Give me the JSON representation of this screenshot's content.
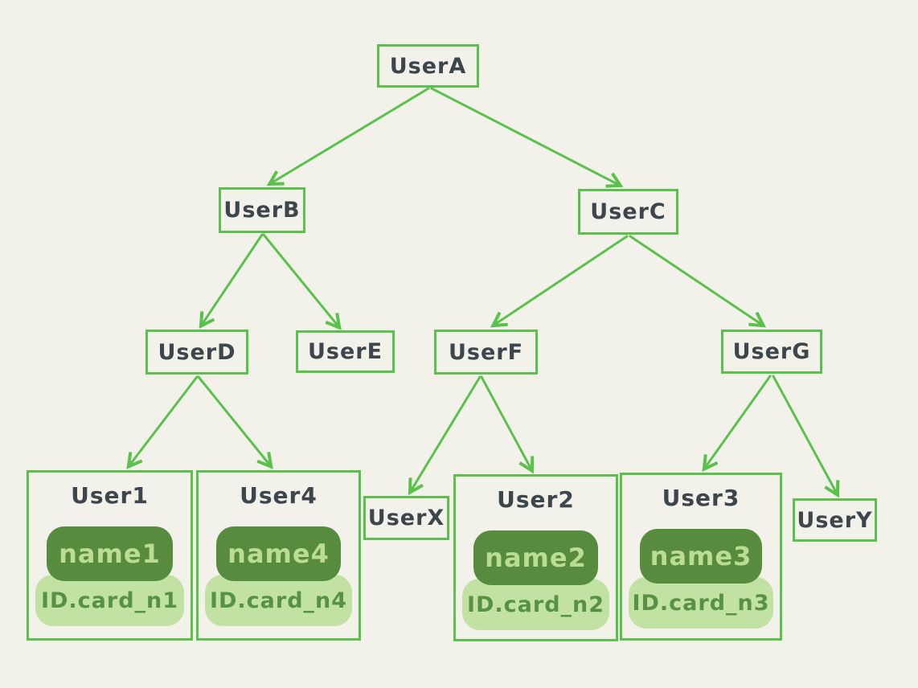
{
  "diagram": {
    "description": "Hand-drawn user hierarchy tree diagram",
    "colors": {
      "background": "#f2f1ea",
      "border_green": "#5bc14d",
      "arrow_green": "#5bc14d",
      "text_dark": "#3d454d",
      "pill_dark_bg": "#578c3e",
      "pill_dark_text": "#badc93",
      "pill_light_bg": "#c2e2a4",
      "pill_light_text": "#579244"
    },
    "nodes": {
      "userA": {
        "label": "UserA"
      },
      "userB": {
        "label": "UserB"
      },
      "userC": {
        "label": "UserC"
      },
      "userD": {
        "label": "UserD"
      },
      "userE": {
        "label": "UserE"
      },
      "userF": {
        "label": "UserF"
      },
      "userG": {
        "label": "UserG"
      },
      "userX": {
        "label": "UserX"
      },
      "userY": {
        "label": "UserY"
      }
    },
    "cards": {
      "user1": {
        "title": "User1",
        "name": "name1",
        "id_card": "ID.card_n1"
      },
      "user4": {
        "title": "User4",
        "name": "name4",
        "id_card": "ID.card_n4"
      },
      "user2": {
        "title": "User2",
        "name": "name2",
        "id_card": "ID.card_n2"
      },
      "user3": {
        "title": "User3",
        "name": "name3",
        "id_card": "ID.card_n3"
      }
    },
    "edges": [
      {
        "from": "UserA",
        "to": "UserB"
      },
      {
        "from": "UserA",
        "to": "UserC"
      },
      {
        "from": "UserB",
        "to": "UserD"
      },
      {
        "from": "UserB",
        "to": "UserE"
      },
      {
        "from": "UserC",
        "to": "UserF"
      },
      {
        "from": "UserC",
        "to": "UserG"
      },
      {
        "from": "UserD",
        "to": "User1"
      },
      {
        "from": "UserD",
        "to": "User4"
      },
      {
        "from": "UserF",
        "to": "UserX"
      },
      {
        "from": "UserF",
        "to": "User2"
      },
      {
        "from": "UserG",
        "to": "User3"
      },
      {
        "from": "UserG",
        "to": "UserY"
      }
    ]
  }
}
